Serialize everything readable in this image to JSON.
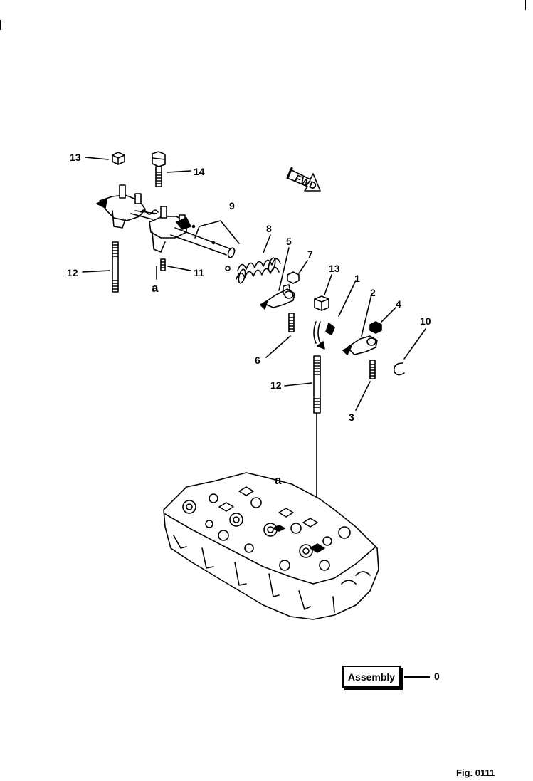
{
  "figure": {
    "label": "Fig. 0111",
    "fwd_text": "FWD",
    "assembly_label": "Assembly",
    "assembly_number": "0"
  },
  "callouts": {
    "c13_left": "13",
    "c14": "14",
    "c9": "9",
    "c8": "8",
    "c5": "5",
    "c7": "7",
    "c13_right": "13",
    "c1": "1",
    "c2": "2",
    "c4": "4",
    "c10": "10",
    "c12_left": "12",
    "c11": "11",
    "a_upper": "a",
    "c6": "6",
    "c12_center": "12",
    "c3": "3",
    "a_lower": "a"
  },
  "icons": {
    "direction_arrow": "fwd-arrow-icon"
  }
}
